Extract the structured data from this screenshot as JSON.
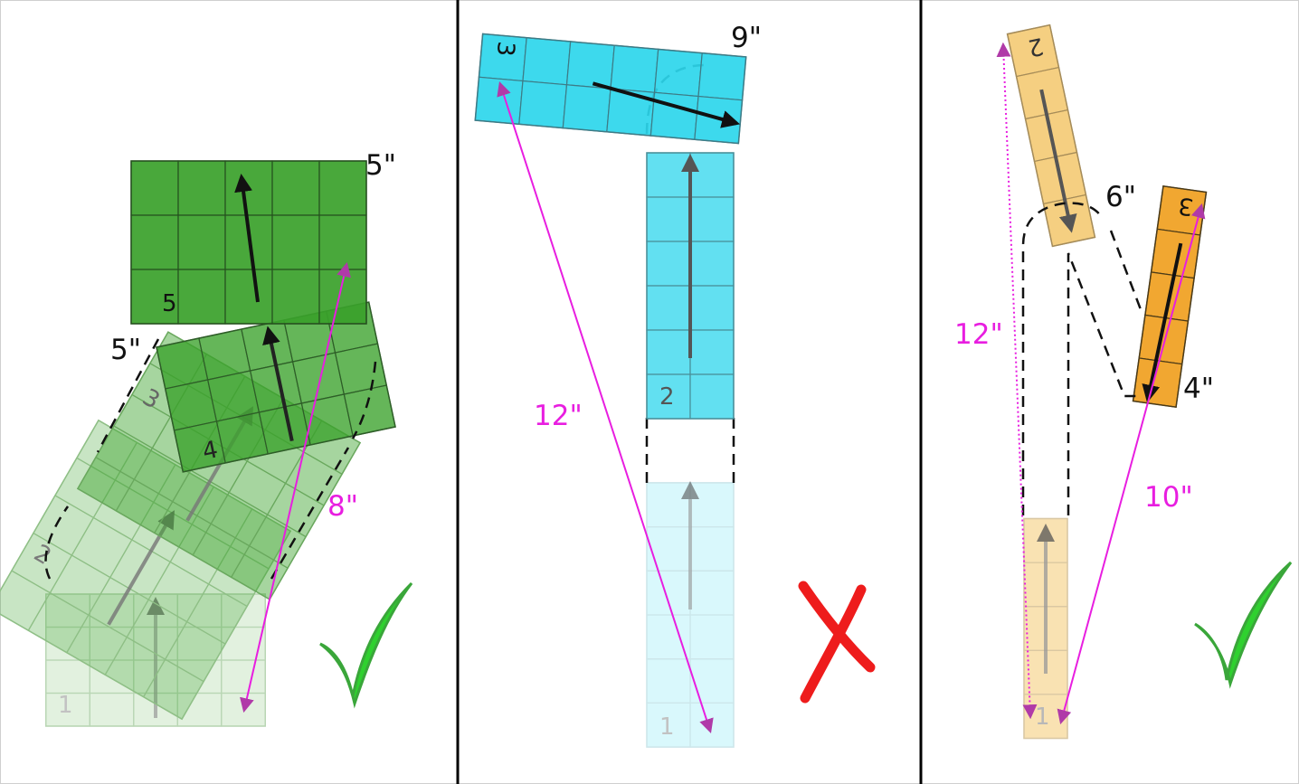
{
  "panels": [
    {
      "id": "left",
      "tiles": [
        {
          "number": "1",
          "layers": 4,
          "cols": 5,
          "color": "#3aa12a",
          "opacity": 0.16
        },
        {
          "number": "2",
          "layers": 5,
          "cols": 5,
          "color": "#3aa12a",
          "opacity": 0.3
        },
        {
          "number": "3",
          "layers": 5,
          "cols": 5,
          "color": "#3aa12a",
          "opacity": 0.45
        },
        {
          "number": "4",
          "layers": 3,
          "cols": 5,
          "color": "#3aa12a",
          "opacity": 0.78
        },
        {
          "number": "5",
          "layers": 3,
          "cols": 5,
          "color": "#3aa12a",
          "opacity": 0.92
        }
      ],
      "width_labels": [
        "5\"",
        "5\""
      ],
      "distance_label": "8\"",
      "verdict": "check"
    },
    {
      "id": "middle",
      "tiles": [
        {
          "number": "1",
          "layers": 6,
          "cols": 2,
          "color": "#2dd6ec",
          "opacity": 0.2
        },
        {
          "number": "2",
          "layers": 6,
          "cols": 2,
          "color": "#2dd6ec",
          "opacity": 0.75
        },
        {
          "number": "3",
          "layers": 6,
          "cols": 2,
          "color": "#2dd6ec",
          "opacity": 0.92
        }
      ],
      "width_labels": [
        "9\""
      ],
      "distance_label": "12\"",
      "verdict": "cross"
    },
    {
      "id": "right",
      "tiles": [
        {
          "number": "1",
          "layers": 5,
          "cols": 1,
          "color": "#f0b63e",
          "opacity": 0.4
        },
        {
          "number": "2",
          "layers": 5,
          "cols": 1,
          "color": "#f0b63e",
          "opacity": 0.7
        },
        {
          "number": "3",
          "layers": 5,
          "cols": 1,
          "color": "#f0a020",
          "opacity": 0.92
        }
      ],
      "width_labels": [
        "6\"",
        "4\""
      ],
      "distance_labels": [
        "12\"",
        "10\""
      ],
      "verdict": "check"
    }
  ],
  "colors": {
    "magenta": "#e81ee0",
    "magenta_dark": "#b03aa8",
    "check_green": "#2fd12f",
    "check_dark": "#3aa63a",
    "cross_red": "#ee1c1c",
    "divider": "#000000"
  }
}
